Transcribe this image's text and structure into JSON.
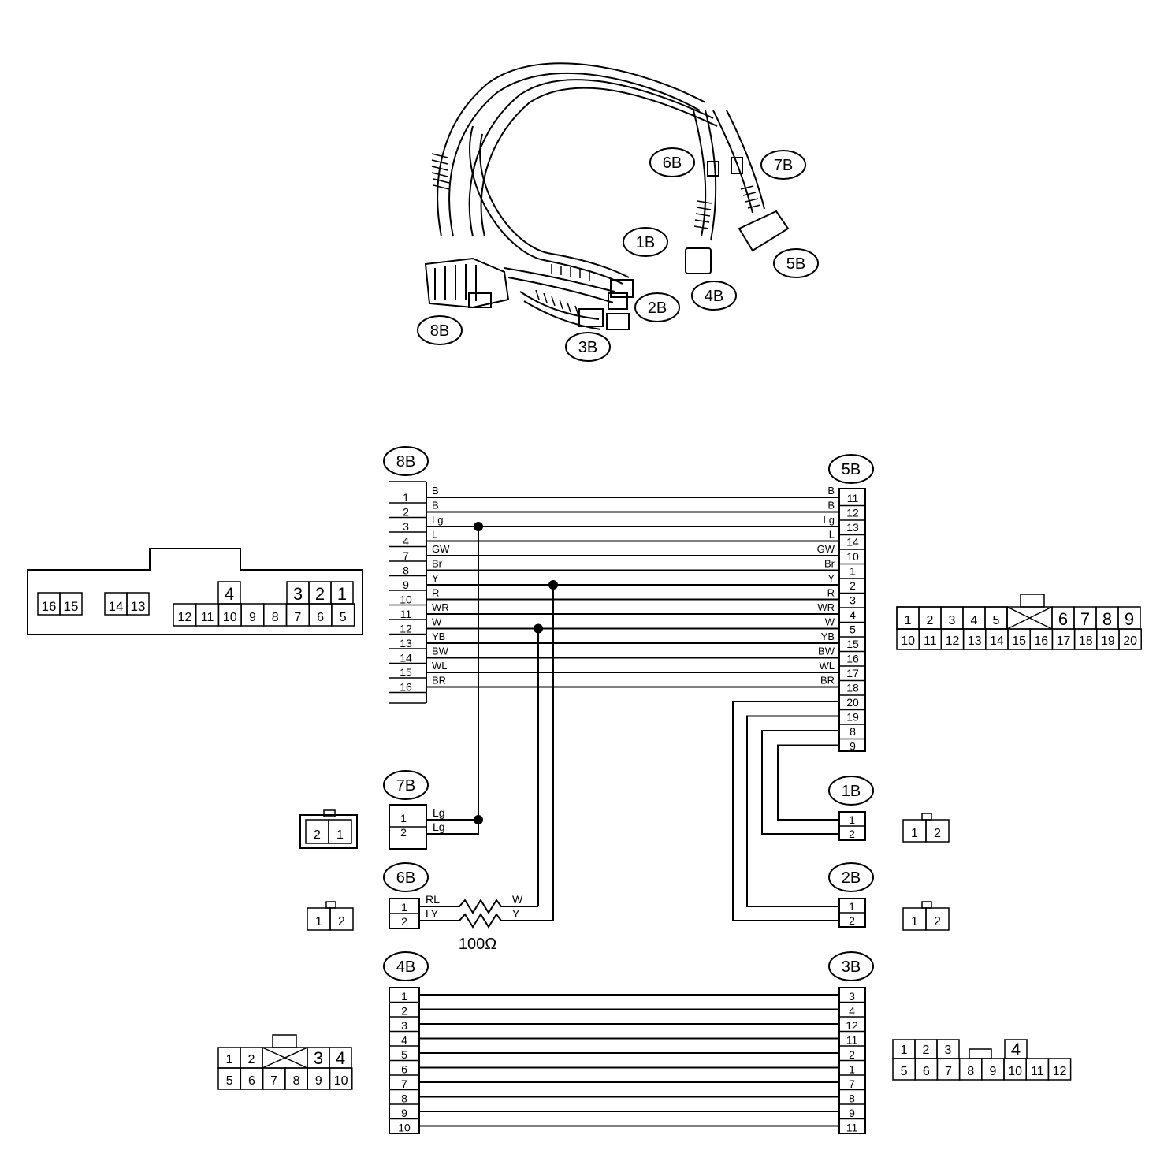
{
  "harness_labels": [
    "1B",
    "2B",
    "3B",
    "4B",
    "5B",
    "6B",
    "7B",
    "8B"
  ],
  "connectors": {
    "c8B": {
      "name": "8B",
      "pins": [
        "1",
        "2",
        "3",
        "4",
        "7",
        "8",
        "9",
        "10",
        "11",
        "12",
        "13",
        "14",
        "15",
        "16"
      ],
      "colors": [
        "B",
        "B",
        "Lg",
        "L",
        "GW",
        "Br",
        "Y",
        "R",
        "WR",
        "W",
        "YB",
        "BW",
        "WL",
        "BR"
      ]
    },
    "c5B": {
      "name": "5B",
      "pins": [
        "11",
        "12",
        "13",
        "14",
        "10",
        "1",
        "2",
        "3",
        "4",
        "5",
        "15",
        "16",
        "17",
        "18",
        "20",
        "19",
        "8",
        "9"
      ],
      "colors": [
        "B",
        "B",
        "Lg",
        "L",
        "GW",
        "Br",
        "Y",
        "R",
        "WR",
        "W",
        "YB",
        "BW",
        "WL",
        "BR"
      ]
    },
    "c7B": {
      "name": "7B",
      "pins": [
        "1",
        "2"
      ],
      "colors": [
        "Lg",
        "Lg"
      ]
    },
    "c6B": {
      "name": "6B",
      "pins": [
        "1",
        "2"
      ],
      "colors": [
        "RL",
        "LY"
      ],
      "far_colors": [
        "W",
        "Y"
      ],
      "resistor": "100Ω"
    },
    "c1B": {
      "name": "1B",
      "pins": [
        "1",
        "2"
      ]
    },
    "c2B": {
      "name": "2B",
      "pins": [
        "1",
        "2"
      ]
    },
    "c4B": {
      "name": "4B",
      "pins": [
        "1",
        "2",
        "3",
        "4",
        "5",
        "6",
        "7",
        "8",
        "9",
        "10"
      ]
    },
    "c3B": {
      "name": "3B",
      "pins": [
        "3",
        "4",
        "12",
        "11",
        "2",
        "1",
        "7",
        "8",
        "9",
        "11"
      ]
    }
  },
  "faces": {
    "f8B": {
      "row1": [
        "16",
        "15",
        "14",
        "13",
        "4",
        "3",
        "2",
        "1"
      ],
      "row2": [
        "12",
        "11",
        "10",
        "9",
        "8",
        "7",
        "6",
        "5"
      ]
    },
    "f5B": {
      "row1": [
        "1",
        "2",
        "3",
        "4",
        "5",
        "6",
        "7",
        "8",
        "9"
      ],
      "row2": [
        "10",
        "11",
        "12",
        "13",
        "14",
        "15",
        "16",
        "17",
        "18",
        "19",
        "20"
      ]
    },
    "f7B": [
      "2",
      "1"
    ],
    "f6B": [
      "1",
      "2"
    ],
    "f1B": [
      "1",
      "2"
    ],
    "f2B": [
      "1",
      "2"
    ],
    "f4B": {
      "row1": [
        "1",
        "2",
        "3",
        "4"
      ],
      "row2": [
        "5",
        "6",
        "7",
        "8",
        "9",
        "10"
      ]
    },
    "f3B": {
      "row1": [
        "1",
        "2",
        "3",
        "4"
      ],
      "row2": [
        "5",
        "6",
        "7",
        "8",
        "9",
        "10",
        "11",
        "12"
      ]
    }
  }
}
